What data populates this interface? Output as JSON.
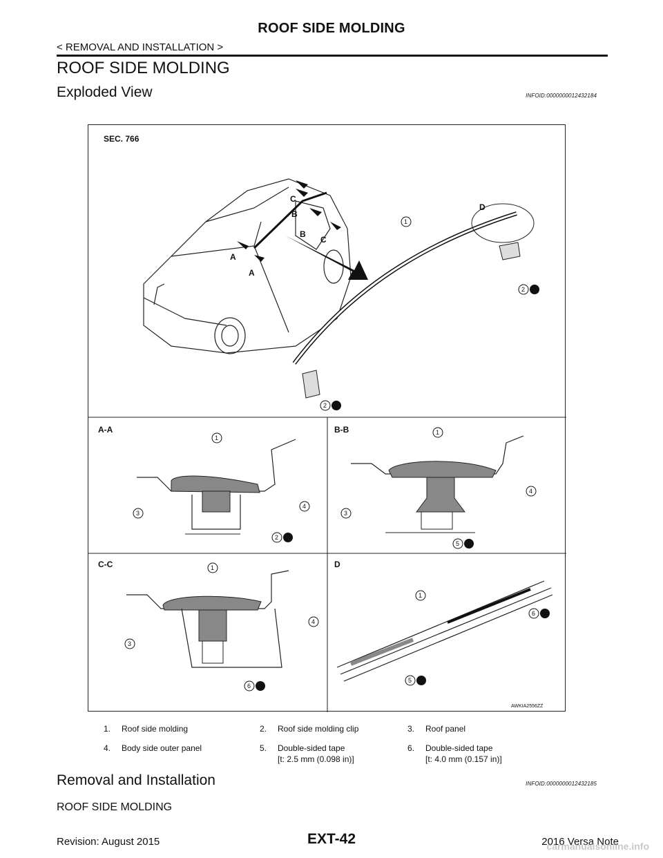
{
  "header": {
    "title": "ROOF SIDE MOLDING",
    "breadcrumb": "< REMOVAL AND INSTALLATION >"
  },
  "section": {
    "title": "ROOF SIDE MOLDING"
  },
  "exploded": {
    "title": "Exploded View",
    "infoid": "INFOID:0000000012432184"
  },
  "figure": {
    "sec": "SEC. 766",
    "views": [
      "A-A",
      "B-B",
      "C-C",
      "D"
    ],
    "markers": [
      "A",
      "A",
      "B",
      "B",
      "C",
      "C",
      "D"
    ],
    "code": "AWKIA2556ZZ",
    "callouts": [
      "1",
      "2",
      "3",
      "4",
      "5",
      "6"
    ]
  },
  "legend": [
    {
      "num": "1.",
      "text": "Roof side molding"
    },
    {
      "num": "2.",
      "text": "Roof side molding clip"
    },
    {
      "num": "3.",
      "text": "Roof panel"
    },
    {
      "num": "4.",
      "text": "Body side outer panel"
    },
    {
      "num": "5.",
      "text": "Double-sided tape",
      "sub": "[t: 2.5 mm (0.098 in)]"
    },
    {
      "num": "6.",
      "text": "Double-sided tape",
      "sub": "[t: 4.0 mm (0.157 in)]"
    }
  ],
  "removal": {
    "title": "Removal and Installation",
    "infoid": "INFOID:0000000012432185",
    "body": "ROOF SIDE MOLDING"
  },
  "footer": {
    "revision": "Revision: August 2015",
    "page": "EXT-42",
    "model": "2016 Versa Note",
    "watermark": "carmanualsonline.info"
  }
}
